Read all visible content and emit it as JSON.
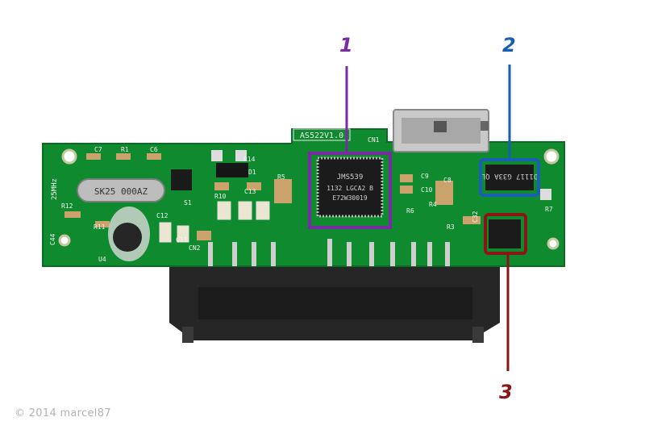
{
  "callouts": [
    {
      "number": "1",
      "color": "#7b2aa6"
    },
    {
      "number": "2",
      "color": "#1a5fb4"
    },
    {
      "number": "3",
      "color": "#8b1515"
    }
  ],
  "board": {
    "model_label": "AS522V1.0",
    "main_chip": {
      "line1": "JMS539",
      "line2": "1132 LGCA2 B",
      "line3": "E72W30019"
    },
    "chip2_text": "D1117 G33A QL",
    "crystal_text": "SK25 000AZ",
    "freq_label": "25MHz",
    "labels": {
      "c7": "C7",
      "r1": "R1",
      "c6": "C6",
      "r14": "R14",
      "d1": "D1",
      "r10": "R10",
      "c13": "C13",
      "r5": "R5",
      "s1": "S1",
      "r12": "R12",
      "r11": "R11",
      "c12": "C12",
      "c11": "C11",
      "u4": "U4",
      "c44": "C44",
      "cn2": "CN2",
      "c9": "C9",
      "c10": "C10",
      "c8": "C8",
      "r6": "R6",
      "r4": "R4",
      "r3": "R3",
      "c32": "C32",
      "r7": "R7",
      "cn1": "CN1"
    }
  },
  "colors": {
    "pcb": "#0f8a2e",
    "pcb_dark": "#0a6b22",
    "purple": "#7b2aa6",
    "blue": "#1a5fb4",
    "red": "#8b1515"
  },
  "copyright": "© 2014 marcel87"
}
